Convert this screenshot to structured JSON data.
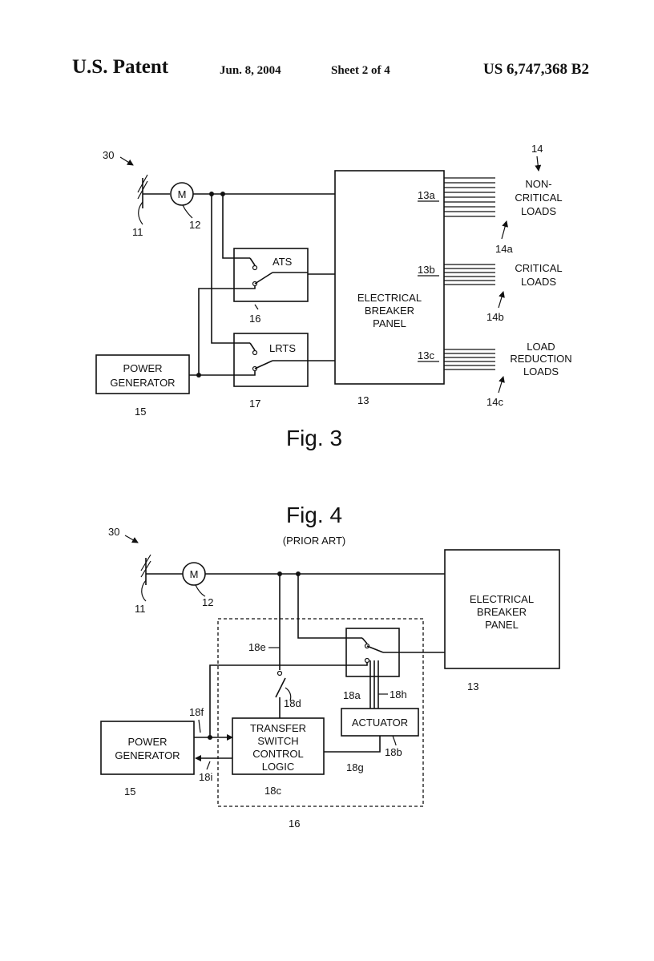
{
  "header": {
    "title": "U.S. Patent",
    "date": "Jun. 8, 2004",
    "sheet": "Sheet 2 of 4",
    "patent_number": "US 6,747,368 B2"
  },
  "fig3": {
    "caption": "Fig. 3",
    "ref_system": "30",
    "ref_utility": "11",
    "meter": "M",
    "ref_meter": "12",
    "panel_line1": "ELECTRICAL",
    "panel_line2": "BREAKER",
    "panel_line3": "PANEL",
    "ref_panel": "13",
    "out_a": "13a",
    "out_b": "13b",
    "out_c": "13c",
    "ats": "ATS",
    "ref_ats": "16",
    "lrts": "LRTS",
    "ref_lrts": "17",
    "gen_line1": "POWER",
    "gen_line2": "GENERATOR",
    "ref_gen": "15",
    "ref_loads": "14",
    "noncrit_line1": "NON-",
    "noncrit_line2": "CRITICAL",
    "noncrit_line3": "LOADS",
    "ref_noncrit": "14a",
    "crit_line1": "CRITICAL",
    "crit_line2": "LOADS",
    "ref_crit": "14b",
    "red_line1": "LOAD",
    "red_line2": "REDUCTION",
    "red_line3": "LOADS",
    "ref_red": "14c"
  },
  "fig4": {
    "caption": "Fig. 4",
    "subcaption": "(PRIOR ART)",
    "ref_system": "30",
    "ref_utility": "11",
    "meter": "M",
    "ref_meter": "12",
    "panel_line1": "ELECTRICAL",
    "panel_line2": "BREAKER",
    "panel_line3": "PANEL",
    "ref_panel": "13",
    "ref_18e": "18e",
    "ref_18a": "18a",
    "ref_18h": "18h",
    "ref_18d": "18d",
    "ref_18f": "18f",
    "ref_18i": "18i",
    "actuator": "ACTUATOR",
    "ref_18b": "18b",
    "logic_line1": "TRANSFER",
    "logic_line2": "SWITCH",
    "logic_line3": "CONTROL",
    "logic_line4": "LOGIC",
    "ref_18c": "18c",
    "ref_18g": "18g",
    "gen_line1": "POWER",
    "gen_line2": "GENERATOR",
    "ref_gen": "15",
    "ref_16": "16"
  }
}
